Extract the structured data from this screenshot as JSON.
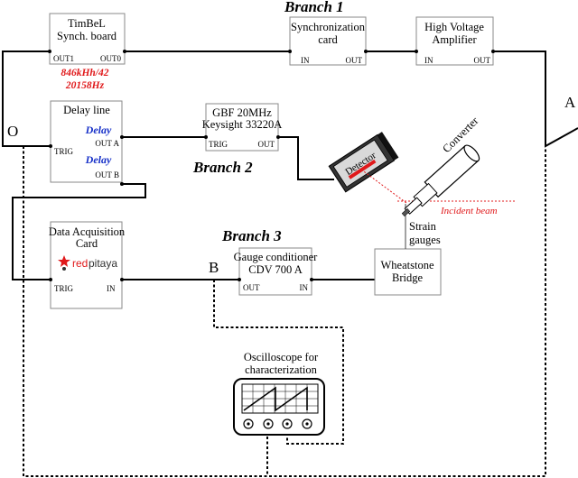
{
  "branches": {
    "b1": "Branch 1",
    "b2": "Branch 2",
    "b3": "Branch 3"
  },
  "timbel": {
    "title1": "TimBeL",
    "title2": "Synch. board",
    "port_out1": "OUT1",
    "port_out0": "OUT0"
  },
  "freq": {
    "line1": "846kHh/42",
    "line2": "20158Hz"
  },
  "sync_card": {
    "title1": "Synchronization",
    "title2": "card",
    "port_in": "IN",
    "port_out": "OUT"
  },
  "hv_amp": {
    "title1": "High Voltage",
    "title2": "Amplifier",
    "port_in": "IN",
    "port_out": "OUT"
  },
  "delay_line": {
    "title": "Delay line",
    "delay_a": "Delay",
    "delay_b": "Delay",
    "port_trig": "TRIG",
    "port_out_a": "OUT A",
    "port_out_b": "OUT B"
  },
  "gbf": {
    "title1": "GBF 20MHz",
    "title2": "Keysight 33220A",
    "port_trig": "TRIG",
    "port_out": "OUT"
  },
  "daq": {
    "title1": "Data Acquisition",
    "title2": "Card",
    "logo_red": "red",
    "logo_dark": "pitaya",
    "port_trig": "TRIG",
    "port_in": "IN"
  },
  "gauge_cond": {
    "title1": "Gauge conditioner",
    "title2": "CDV 700 A",
    "port_out": "OUT",
    "port_in": "IN"
  },
  "wheatstone": {
    "title1": "Wheatstone",
    "title2": "Bridge"
  },
  "detector_label": "Detector",
  "converter_label": "Converter",
  "strain_gauges": {
    "line1": "Strain",
    "line2": "gauges"
  },
  "incident_beam": "Incident beam",
  "points": {
    "o": "O",
    "a": "A",
    "b": "B"
  },
  "oscilloscope": {
    "title1": "Oscilloscope for",
    "title2": "characterization"
  },
  "colors": {
    "red": "#e0191b",
    "blue": "#1630c8",
    "box_border": "#8a8a8a"
  }
}
